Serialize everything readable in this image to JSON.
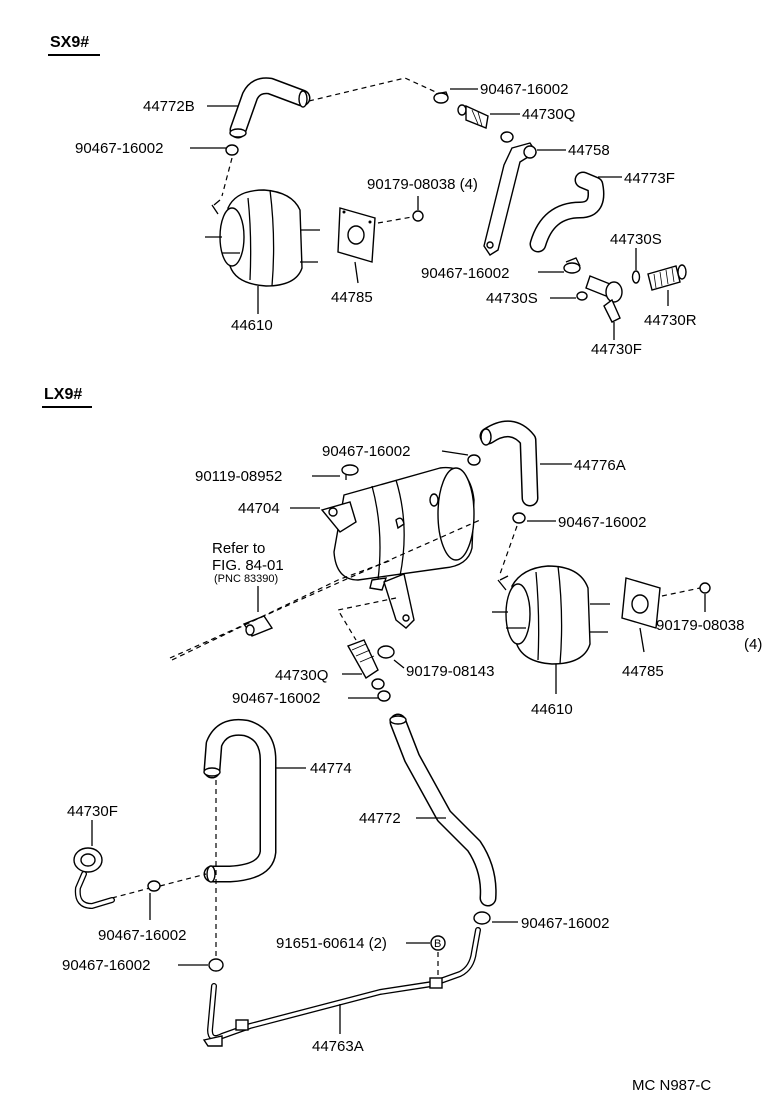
{
  "sections": {
    "top": "SX9#",
    "bottom": "LX9#"
  },
  "top_labels": {
    "hose_44772b": "44772B",
    "clip_a": "90467-16002",
    "valve_44730q": "44730Q",
    "clip_b": "90467-16002",
    "bracket_44758": "44758",
    "nut_90179": "90179-08038 (4)",
    "hose_44773f": "44773F",
    "check_44730s_a": "44730S",
    "clip_c": "90467-16002",
    "check_44730s_b": "44730S",
    "gasket_44785": "44785",
    "booster_44610": "44610",
    "union_44730r": "44730R",
    "union_44730f": "44730F"
  },
  "bottom_labels": {
    "clip_d": "90467-16002",
    "bolt_90119": "90119-08952",
    "hose_44776a": "44776A",
    "tank_44704": "44704",
    "clip_e": "90467-16002",
    "refer_line1": "Refer to",
    "refer_line2": "FIG. 84-01",
    "refer_line3": "(PNC 83390)",
    "nut_90179": "90179-08038",
    "nut_count": "(4)",
    "gasket_44785": "44785",
    "valve_44730q": "44730Q",
    "oring_90179": "90179-08143",
    "clip_f": "90467-16002",
    "booster_44610": "44610",
    "hose_44774": "44774",
    "union_44730f": "44730F",
    "hose_44772": "44772",
    "clip_g": "90467-16002",
    "clip_h": "90467-16002",
    "clamp_91651": "91651-60614 (2)",
    "clip_i": "90467-16002",
    "pipe_44763a": "44763A",
    "marker_b": "B"
  },
  "footer": {
    "code": "MC N987-C"
  }
}
